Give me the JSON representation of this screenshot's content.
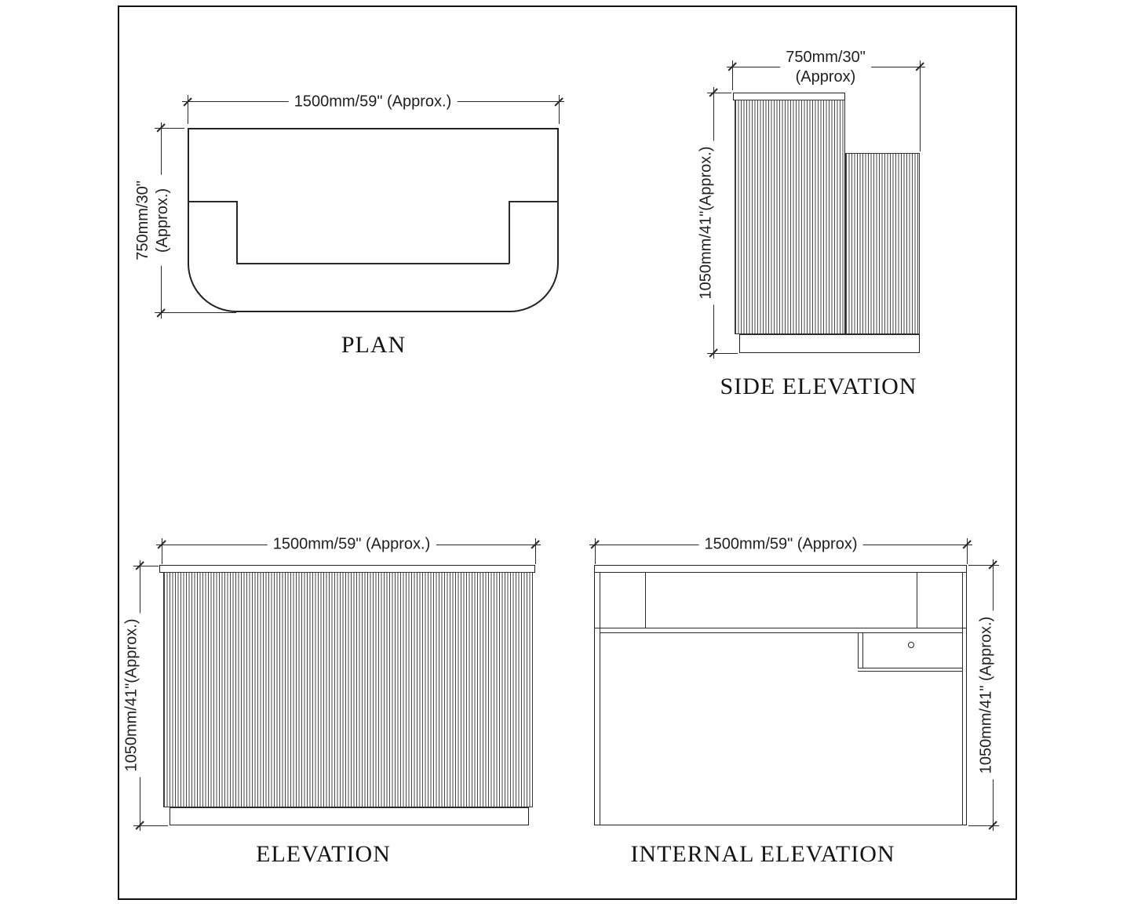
{
  "drawing": {
    "plan": {
      "label": "PLAN",
      "width_dim": "1500mm/59\" (Approx.)",
      "depth_dim_line1": "750mm/30\"",
      "depth_dim_line2": "(Approx.)"
    },
    "side_elevation": {
      "label": "SIDE ELEVATION",
      "width_dim_line1": "750mm/30\"",
      "width_dim_line2": "(Approx)",
      "height_dim": "1050mm/41\"(Approx.)"
    },
    "elevation": {
      "label": "ELEVATION",
      "width_dim": "1500mm/59\" (Approx.)",
      "height_dim": "1050mm/41\"(Approx.)"
    },
    "internal_elevation": {
      "label": "INTERNAL ELEVATION",
      "width_dim": "1500mm/59\" (Approx)",
      "height_dim": "1050mm/41\" (Approx.)"
    }
  },
  "colors": {
    "line": "#2a2a2a",
    "background": "#ffffff"
  }
}
